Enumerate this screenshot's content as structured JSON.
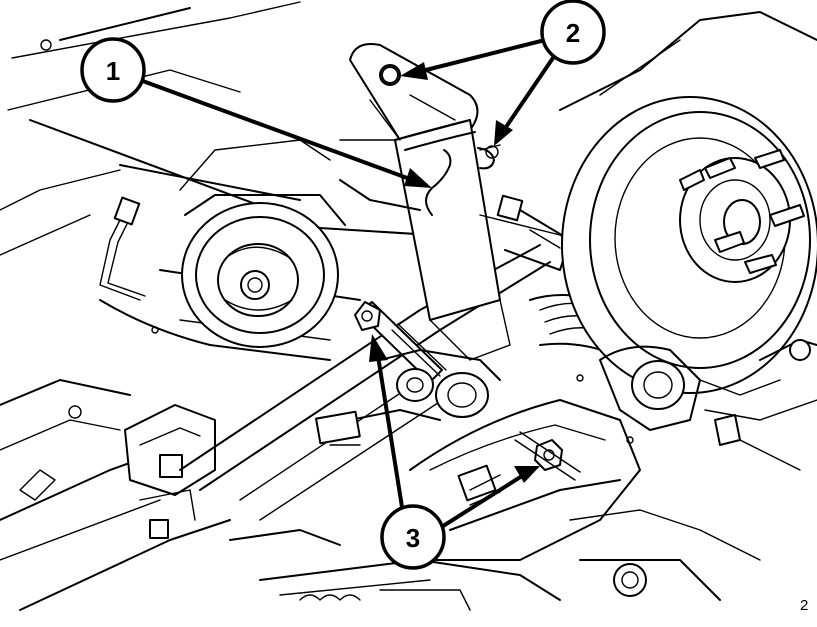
{
  "figure": {
    "id_text": "2",
    "background": "#ffffff",
    "line_color": "#000000"
  },
  "callouts": [
    {
      "label": "1"
    },
    {
      "label": "2"
    },
    {
      "label": "3"
    }
  ]
}
